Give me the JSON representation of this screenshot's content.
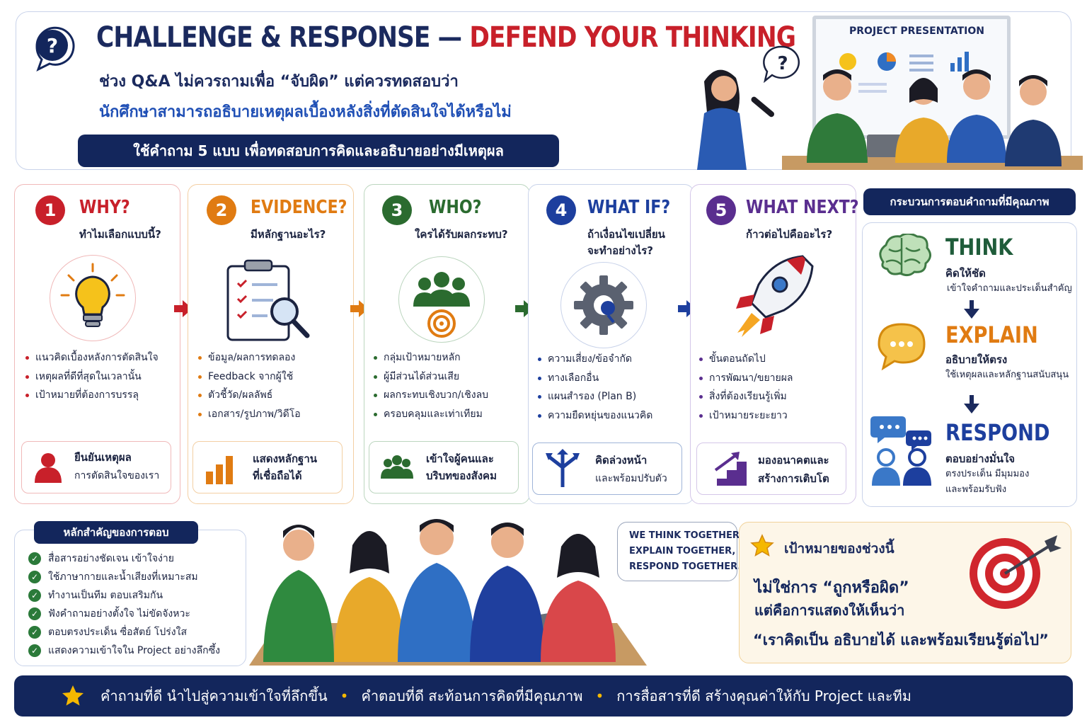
{
  "header": {
    "title_part1": "CHALLENGE & RESPONSE —",
    "title_part2": "DEFEND YOUR THINKING",
    "subtitle_line1": "ช่วง Q&A ไม่ควรถามเพื่อ “จับผิด” แต่ควรทดสอบว่า",
    "subtitle_line2": "นักศึกษาสามารถอธิบายเหตุผลเบื้องหลังสิ่งที่ตัดสินใจได้หรือไม่",
    "banner": "ใช้คำถาม 5 แบบ เพื่อทดสอบการคิดและอธิบายอย่างมีเหตุผล",
    "board_title": "PROJECT PRESENTATION",
    "bubble_mark": "?"
  },
  "cards": [
    {
      "number": "1",
      "question": "WHY?",
      "subtitle": "ทำไมเลือกแบบนี้?",
      "color": "#c8202a",
      "bullets": [
        "แนวคิดเบื้องหลังการตัดสินใจ",
        "เหตุผลที่ดีที่สุดในเวลานั้น",
        "เป้าหมายที่ต้องการบรรลุ"
      ],
      "box_line1": "ยืนยันเหตุผล",
      "box_line2": "การตัดสินใจของเรา",
      "icon": "lightbulb-icon",
      "box_icon": "person-icon"
    },
    {
      "number": "2",
      "question": "EVIDENCE?",
      "subtitle": "มีหลักฐานอะไร?",
      "color": "#e07b12",
      "bullets": [
        "ข้อมูล/ผลการทดลอง",
        "Feedback จากผู้ใช้",
        "ตัวชี้วัด/ผลลัพธ์",
        "เอกสาร/รูปภาพ/วิดีโอ"
      ],
      "box_line1": "แสดงหลักฐาน",
      "box_line2": "ที่เชื่อถือได้",
      "icon": "clipboard-magnifier-icon",
      "box_icon": "bar-chart-icon"
    },
    {
      "number": "3",
      "question": "WHO?",
      "subtitle": "ใครได้รับผลกระทบ?",
      "color": "#2b6b2f",
      "bullets": [
        "กลุ่มเป้าหมายหลัก",
        "ผู้มีส่วนได้ส่วนเสีย",
        "ผลกระทบเชิงบวก/เชิงลบ",
        "ครอบคลุมและเท่าเทียม"
      ],
      "box_line1": "เข้าใจผู้คนและ",
      "box_line2": "บริบทของสังคม",
      "icon": "people-target-icon",
      "box_icon": "group-icon"
    },
    {
      "number": "4",
      "question": "WHAT IF?",
      "subtitle": "ถ้าเงื่อนไขเปลี่ยน",
      "subtitle2": "จะทำอย่างไร?",
      "color": "#1d3f9e",
      "bullets": [
        "ความเสี่ยง/ข้อจำกัด",
        "ทางเลือกอื่น",
        "แผนสำรอง (Plan B)",
        "ความยืดหยุ่นของแนวคิด"
      ],
      "box_line1": "คิดล่วงหน้า",
      "box_line2": "และพร้อมปรับตัว",
      "icon": "gear-question-icon",
      "box_icon": "split-arrows-icon"
    },
    {
      "number": "5",
      "question": "WHAT NEXT?",
      "subtitle": "ก้าวต่อไปคืออะไร?",
      "color": "#5a2e8f",
      "bullets": [
        "ขั้นตอนถัดไป",
        "การพัฒนา/ขยายผล",
        "สิ่งที่ต้องเรียนรู้เพิ่ม",
        "เป้าหมายระยะยาว"
      ],
      "box_line1": "มองอนาคตและ",
      "box_line2": "สร้างการเติบโต",
      "icon": "rocket-icon",
      "box_icon": "growth-steps-icon"
    }
  ],
  "process": {
    "title": "กระบวนการตอบคำถามที่มีคุณภาพ",
    "steps": [
      {
        "head": "THINK",
        "sub": "คิดให้ชัด",
        "desc": "เข้าใจคำถามและประเด็นสำคัญ",
        "color": "#1f5c3a",
        "icon": "brain-icon"
      },
      {
        "head": "EXPLAIN",
        "sub": "อธิบายให้ตรง",
        "desc": "ใช้เหตุผลและหลักฐานสนับสนุน",
        "color": "#e07b12",
        "icon": "chat-bubble-icon"
      },
      {
        "head": "RESPOND",
        "sub": "ตอบอย่างมั่นใจ",
        "desc": "ตรงประเด็น มีมุมมอง",
        "desc2": "และพร้อมรับฟัง",
        "color": "#1d3f9e",
        "icon": "people-chat-icon"
      }
    ]
  },
  "principles": {
    "title": "หลักสำคัญของการตอบ",
    "items": [
      "สื่อสารอย่างชัดเจน เข้าใจง่าย",
      "ใช้ภาษากายและน้ำเสียงที่เหมาะสม",
      "ทำงานเป็นทีม ตอบเสริมกัน",
      "ฟังคำถามอย่างตั้งใจ ไม่ขัดจังหวะ",
      "ตอบตรงประเด็น ซื่อสัตย์ โปร่งใส",
      "แสดงความเข้าใจใน Project อย่างลึกซึ้ง"
    ]
  },
  "bubble": {
    "lines": [
      "WE THINK TOGETHER,",
      "EXPLAIN TOGETHER,",
      "RESPOND TOGETHER."
    ]
  },
  "goal": {
    "title": "เป้าหมายของช่วงนี้",
    "line1": "ไม่ใช่การ “ถูกหรือผิด”",
    "line2": "แต่คือการแสดงให้เห็นว่า",
    "line3": "“เราคิดเป็น อธิบายได้ และพร้อมเรียนรู้ต่อไป”"
  },
  "footer": {
    "items": [
      "คำถามที่ดี นำไปสู่ความเข้าใจที่ลึกขึ้น",
      "คำตอบที่ดี สะท้อนการคิดที่มีคุณภาพ",
      "การสื่อสารที่ดี สร้างคุณค่าให้กับ Project และทีม"
    ]
  }
}
